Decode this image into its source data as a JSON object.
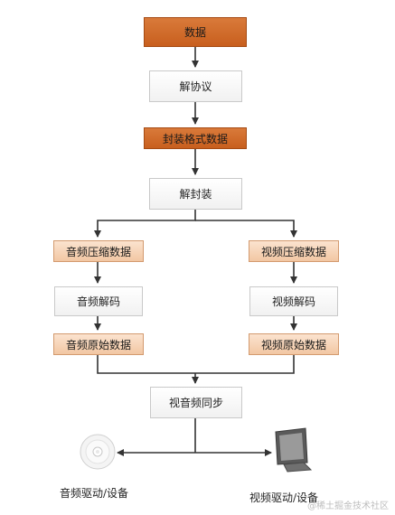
{
  "nodes": {
    "data": "数据",
    "deprotocol": "解协议",
    "container_data": "封装格式数据",
    "demux": "解封装",
    "audio_compressed": "音频压缩数据",
    "video_compressed": "视频压缩数据",
    "audio_decode": "音频解码",
    "video_decode": "视频解码",
    "audio_raw": "音频原始数据",
    "video_raw": "视频原始数据",
    "av_sync": "视音频同步"
  },
  "devices": {
    "audio": "音频驱动/设备",
    "video": "视频驱动/设备"
  },
  "icons": {
    "audio": "cd-disc-icon",
    "video": "monitor-icon"
  },
  "colors": {
    "dark": "#c85f1e",
    "light": "#f2c7a3",
    "line": "#333333"
  },
  "watermark": "@稀土掘金技术社区"
}
